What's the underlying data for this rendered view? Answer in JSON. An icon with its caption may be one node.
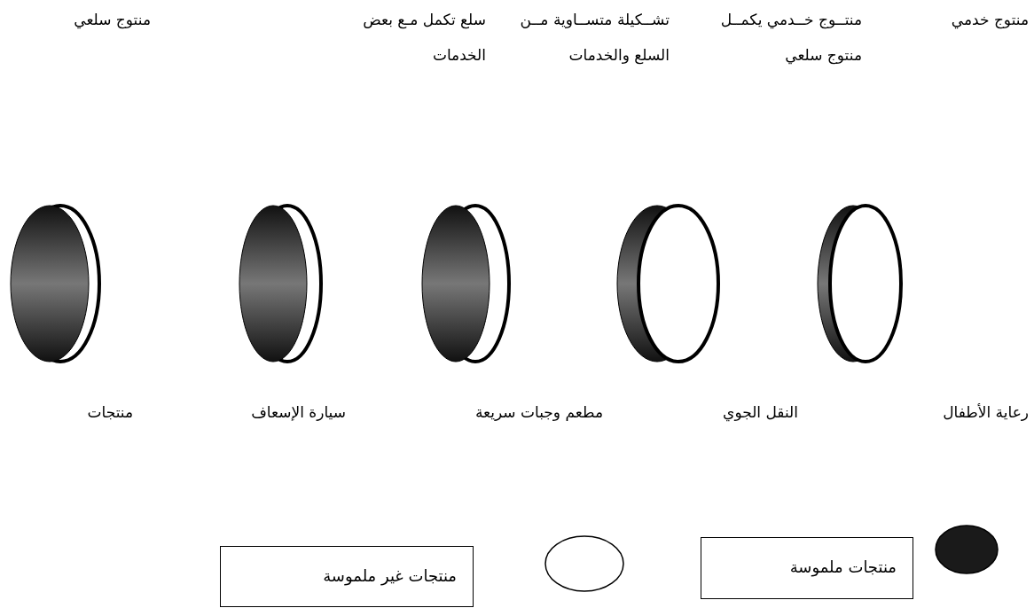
{
  "diagram": {
    "labels": [
      "منتوج خدمي",
      "منتــوج خــدمي يكمــل منتوج سلعي",
      "تشــكيلة متســاوية مــن السلع والخدمات",
      "سلع تكمل مـع بعض الخدمات",
      "منتوج سلعي",
      "رعاية الأطفال",
      "النقل الجوي",
      "مطعم وجبات سريعة",
      "سيارة الإسعاف",
      "منتجات"
    ],
    "legend": [
      {
        "text": "منتجات ملموسة",
        "color": "#1a1a1a"
      },
      {
        "text": "منتجات غير ملموسة",
        "color": "#ffffff"
      }
    ]
  }
}
